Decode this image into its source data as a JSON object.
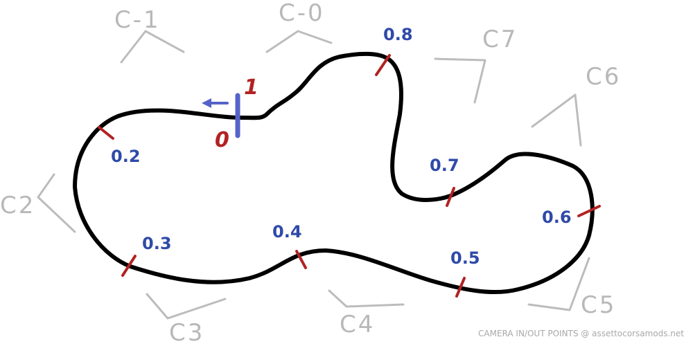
{
  "cameras": [
    {
      "id": "cam-c-1",
      "label": "C-1"
    },
    {
      "id": "cam-c-0",
      "label": "C-0"
    },
    {
      "id": "cam-c7",
      "label": "C7"
    },
    {
      "id": "cam-c6",
      "label": "C6"
    },
    {
      "id": "cam-c2",
      "label": "C2"
    },
    {
      "id": "cam-c3",
      "label": "C3"
    },
    {
      "id": "cam-c4",
      "label": "C4"
    },
    {
      "id": "cam-c5",
      "label": "C5"
    }
  ],
  "progress_markers": [
    {
      "id": "p02",
      "label": "0.2"
    },
    {
      "id": "p03",
      "label": "0.3"
    },
    {
      "id": "p04",
      "label": "0.4"
    },
    {
      "id": "p05",
      "label": "0.5"
    },
    {
      "id": "p06",
      "label": "0.6"
    },
    {
      "id": "p07",
      "label": "0.7"
    },
    {
      "id": "p08",
      "label": "0.8"
    }
  ],
  "start_finish": {
    "start_label": "0",
    "finish_label": "1"
  },
  "colors": {
    "track": "#000000",
    "tick": "#b22222",
    "progress_text": "#2f4aa8",
    "start_line": "#5563c8",
    "camera": "#b8b8b8"
  },
  "watermark": "CAMERA IN/OUT POINTS @ assettocorsamods.net"
}
